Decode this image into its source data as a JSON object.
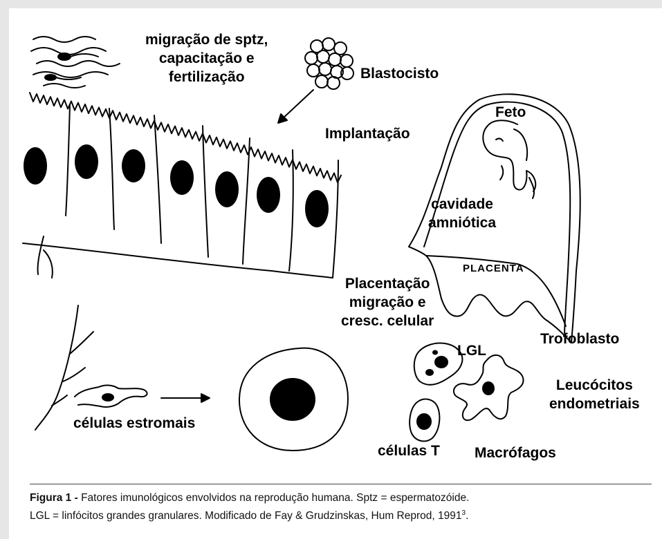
{
  "labels": {
    "migracao": [
      "migração de sptz,",
      "capacitação e",
      "fertilização"
    ],
    "blastocisto": "Blastocisto",
    "implantacao": "Implantação",
    "feto": "Feto",
    "cavidade": [
      "cavidade",
      "amniótica"
    ],
    "placenta": "PLACENTA",
    "placentacao": [
      "Placentação",
      "migração e",
      "cresc. celular"
    ],
    "trofoblasto": "Trofoblasto",
    "lgl": "LGL",
    "leucocitos": [
      "Leucócitos",
      "endometriais"
    ],
    "celulas_estromais": "células estromais",
    "celulas_t": "células T",
    "macrofagos": "Macrófagos"
  },
  "caption": {
    "title": "Figura 1 -",
    "text_line1": " Fatores imunológicos envolvidos na reprodução humana. Sptz = espermatozóide.",
    "text_line2": "LGL = linfócitos grandes granulares. Modificado de Fay & Grudzinskas, Hum Reprod, 1991",
    "superscript": "3",
    "text_end": "."
  }
}
